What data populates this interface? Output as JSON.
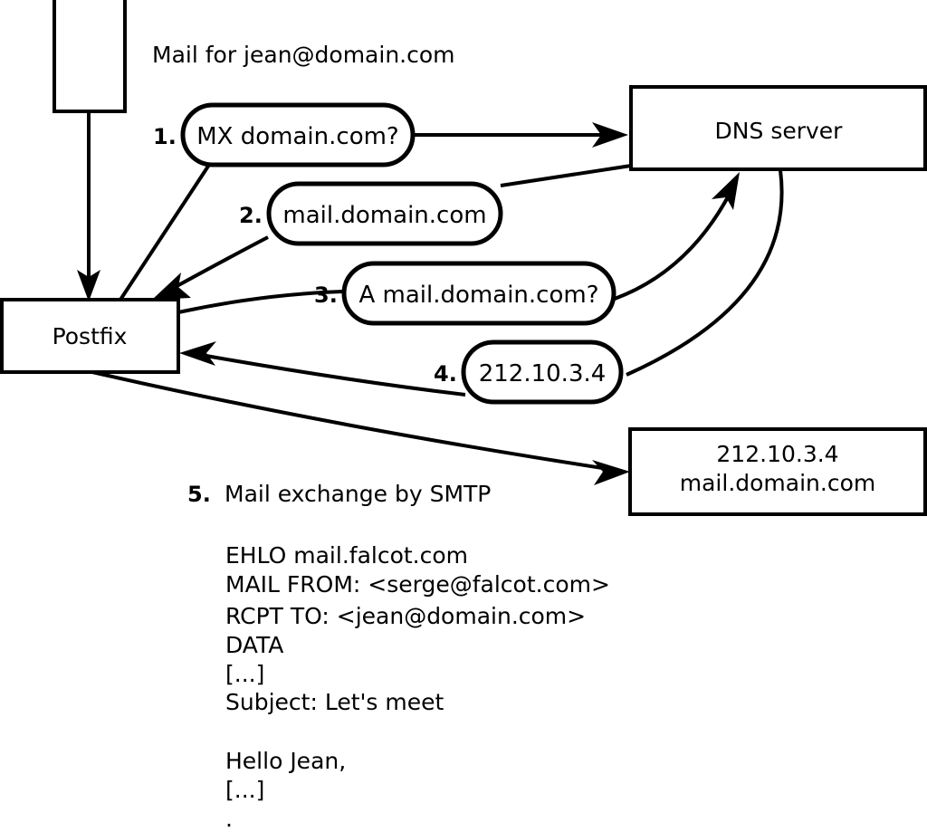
{
  "diagram": {
    "title_note": "Mail for jean@domain.com",
    "nodes": {
      "sender_box": {
        "label": ""
      },
      "postfix": {
        "label": "Postfix"
      },
      "dns_server": {
        "label": "DNS server"
      },
      "remote_server": {
        "line1": "212.10.3.4",
        "line2": "mail.domain.com"
      }
    },
    "steps": [
      {
        "num": "1.",
        "bubble": "MX domain.com?"
      },
      {
        "num": "2.",
        "bubble": "mail.domain.com"
      },
      {
        "num": "3.",
        "bubble": "A mail.domain.com?"
      },
      {
        "num": "4.",
        "bubble": "212.10.3.4"
      },
      {
        "num": "5.",
        "label": "Mail exchange by SMTP"
      }
    ],
    "smtp_transcript": [
      "EHLO mail.falcot.com",
      "MAIL FROM: <serge@falcot.com>",
      "RCPT TO: <jean@domain.com>",
      "DATA",
      "[...]",
      "Subject: Let's meet",
      "",
      "Hello Jean,",
      "[...]",
      "."
    ],
    "colors": {
      "stroke": "#000000",
      "fill": "#ffffff",
      "text": "#000000"
    }
  }
}
